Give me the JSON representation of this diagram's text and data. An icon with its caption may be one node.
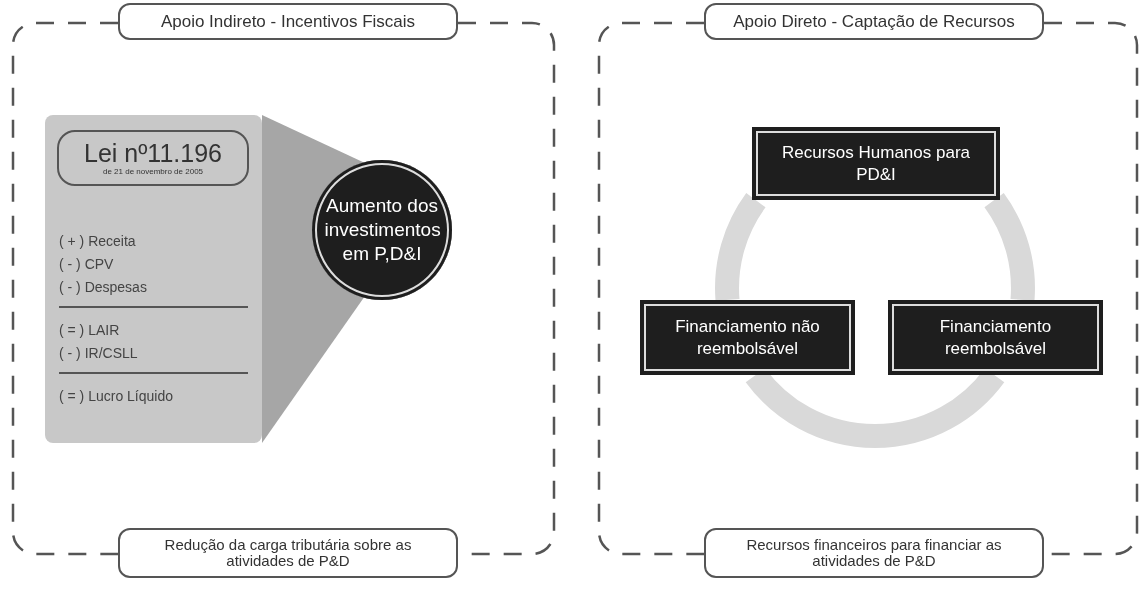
{
  "diagram": {
    "nodes": [
      {
        "text": [
          "Apoio Indireto - Incentivos Fiscais",
          "Redução da carga tributária sobre as atividades de P&D"
        ]
      },
      {
        "text": [
          "( + ) Receita",
          "( - ) CPV",
          "( - ) Despesas",
          "( = ) LAIR",
          "( - ) IR/CSLL",
          "( = ) Lucro Líquido"
        ],
        "in": 0
      },
      {
        "text": [
          "Lei nº11.196",
          "de 21 de novembro de 2005"
        ],
        "in": 1
      },
      {
        "text": [
          "Aumento dos investimentos em P,D&I"
        ],
        "in": 0
      },
      {
        "text": [
          "Apoio Direto - Captação de Recursos",
          "Recursos financeiros para financiar as atividades de P&D"
        ]
      },
      {
        "text": [
          "Recursos Humanos para PD&I"
        ],
        "in": 4
      },
      {
        "text": [
          "Financiamento não reembolsável"
        ],
        "in": 4
      },
      {
        "text": [
          "Financiamento reembolsável"
        ],
        "in": 4
      }
    ],
    "edges": [
      {
        "from": 1,
        "to": 3,
        "arrow": "none"
      },
      {
        "from": 5,
        "to": 7,
        "arrow": "none"
      },
      {
        "from": 7,
        "to": 6,
        "arrow": "none"
      },
      {
        "from": 6,
        "to": 5,
        "arrow": "none"
      }
    ]
  }
}
